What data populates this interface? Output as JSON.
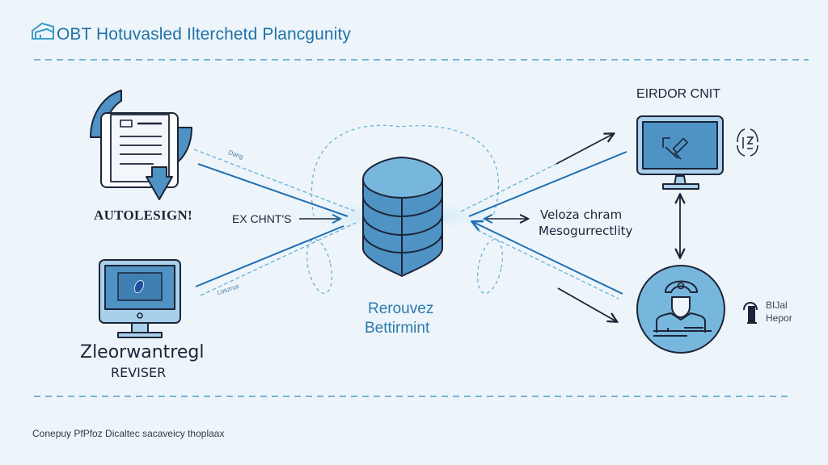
{
  "header": {
    "title": "OBT Hotuvasled Ilterchetd Plancgunity",
    "logo_icon": "house-icon"
  },
  "nodes": {
    "autolesign": {
      "label": "AUTOLESIGN!",
      "icon": "document-download-icon"
    },
    "zleorwantregl": {
      "label": "Zleorwantregl",
      "sublabel": "REVISER",
      "icon": "desktop-monitor-icon"
    },
    "central_db": {
      "label_line1": "Rerouvez",
      "label_line2": "Bettirmint",
      "icon": "database-stack-icon"
    },
    "eirdor_cnit": {
      "label": "EIRDOR CNIT",
      "icon": "monitor-tools-icon",
      "side_icon": "bracket-glyph-icon"
    },
    "bijal_hepor": {
      "label_line1": "BIJal",
      "label_line2": "Hepor",
      "icon": "support-agent-icon",
      "side_icon": "headset-glyph-icon"
    }
  },
  "edge_labels": {
    "ex_chnts": "EX CHNT'S",
    "veloza_line1": "Veloza chram",
    "veloza_line2": "Mesogurrectlity",
    "small_top_left": "Dang",
    "small_bottom_left": "Loszrus"
  },
  "colors": {
    "background": "#eef5fa",
    "accent": "#1f72a8",
    "icon_fill": "#4f93c4",
    "icon_light": "#a9d0ea",
    "stroke_dark": "#1c2438",
    "dashed": "#5aa7cf"
  },
  "footer": {
    "text": "Conepuy PfPfoz Dicaltec sacaveicy thoplaax"
  }
}
